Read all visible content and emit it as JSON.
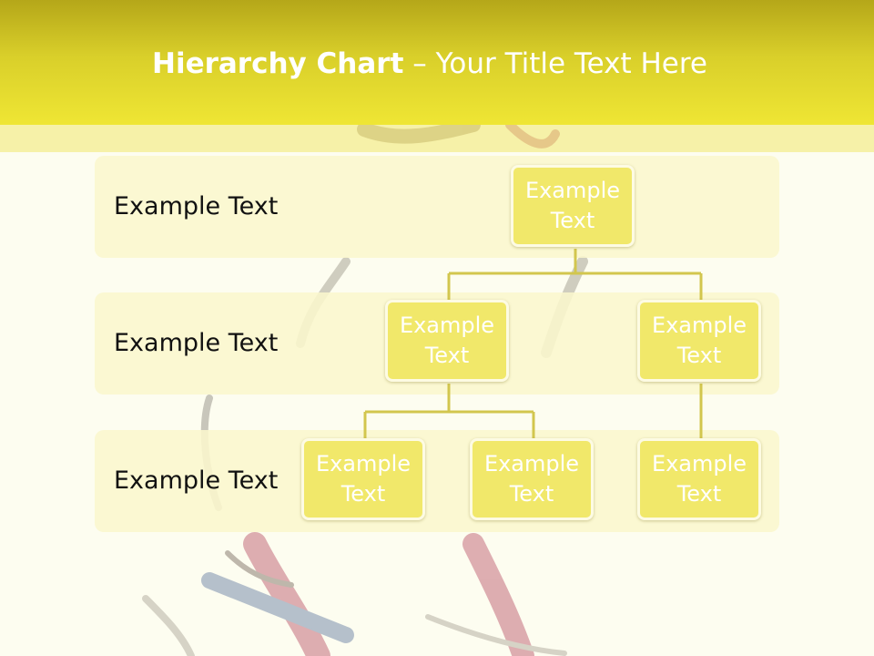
{
  "slide": {
    "title_bold": "Hierarchy Chart",
    "title_rest": " – Your Title Text Here"
  },
  "levels": [
    {
      "label": "Example Text"
    },
    {
      "label": "Example Text"
    },
    {
      "label": "Example Text"
    }
  ],
  "nodes": {
    "root": "Example Text",
    "level2_left": "Example Text",
    "level2_right": "Example Text",
    "level3_left": "Example Text",
    "level3_middle": "Example Text",
    "level3_right": "Example Text"
  },
  "colors": {
    "header_dark": "#b5a719",
    "header_light": "#efe634",
    "node_fill": "#f1e86a",
    "connector": "#d2c64e",
    "band_fill": "#faf7cd"
  }
}
